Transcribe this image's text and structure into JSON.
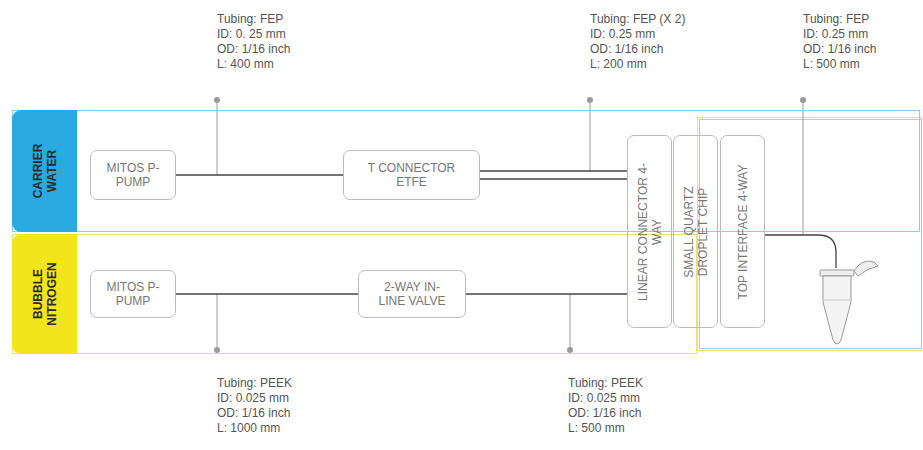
{
  "diagram": {
    "nodes": [
      {
        "text": [
          "CARRIER WATER"
        ]
      },
      {
        "text": [
          "BUBBLE NITROGEN"
        ]
      },
      {
        "text": [
          "MITOS P-PUMP"
        ],
        "in": 0
      },
      {
        "text": [
          "T CONNECTOR ETFE"
        ],
        "in": 0
      },
      {
        "text": [
          "MITOS P-PUMP"
        ],
        "in": 1
      },
      {
        "text": [
          "2-WAY IN-LINE VALVE"
        ],
        "in": 1
      },
      {
        "text": [
          "LINEAR CONNECTOR 4-WAY"
        ]
      },
      {
        "text": [
          "SMALL QUARTZ DROPLET CHIP"
        ]
      },
      {
        "text": [
          "TOP INTERFACE 4-WAY"
        ]
      }
    ],
    "edges": [
      {
        "from": 2,
        "to": 3,
        "arrow": "none"
      },
      {
        "from": 3,
        "to": 6,
        "arrow": "none"
      },
      {
        "from": 3,
        "to": 6,
        "arrow": "none"
      },
      {
        "from": 4,
        "to": 5,
        "arrow": "none"
      },
      {
        "from": 5,
        "to": 6,
        "arrow": "none"
      }
    ],
    "labels": [
      "Tubing: FEP",
      "ID: 0. 25 mm",
      "OD: 1/16 inch",
      "L: 400 mm",
      "Tubing: FEP (X 2)",
      "ID: 0.25 mm",
      "OD: 1/16 inch",
      "L: 200 mm",
      "Tubing: FEP",
      "ID: 0.25 mm",
      "OD: 1/16 inch",
      "L: 500 mm",
      "Tubing: PEEK",
      "ID: 0.025 mm",
      "OD: 1/16 inch",
      "L: 1000 mm",
      "Tubing: PEEK",
      "ID: 0.025 mm",
      "OD: 1/16 inch",
      "L: 500 mm"
    ]
  }
}
